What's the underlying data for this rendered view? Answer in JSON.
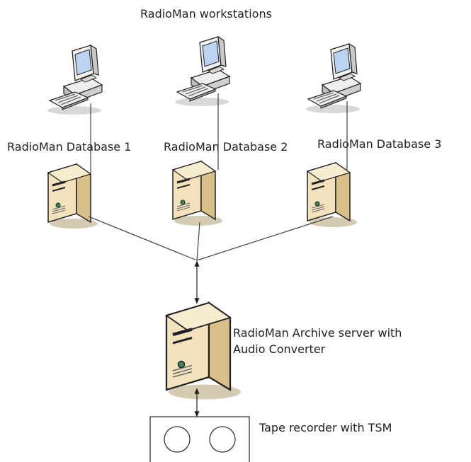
{
  "title": "RadioMan workstations",
  "databases": [
    {
      "label": "RadioMan Database 1"
    },
    {
      "label": "RadioMan Database 2"
    },
    {
      "label": "RadioMan Database 3"
    }
  ],
  "archive": {
    "line1": "RadioMan Archive server with",
    "line2": "Audio Converter"
  },
  "tape": {
    "label": "Tape recorder with TSM"
  },
  "icons": {
    "workstation": "workstation-computer-icon",
    "server": "tower-server-icon",
    "tape": "tape-recorder-icon"
  },
  "colors": {
    "server_body": "#f3e2bc",
    "server_side": "#d9c08a",
    "monitor_body": "#e6e6e6",
    "screen": "#bcd3f2",
    "line": "#333333"
  }
}
